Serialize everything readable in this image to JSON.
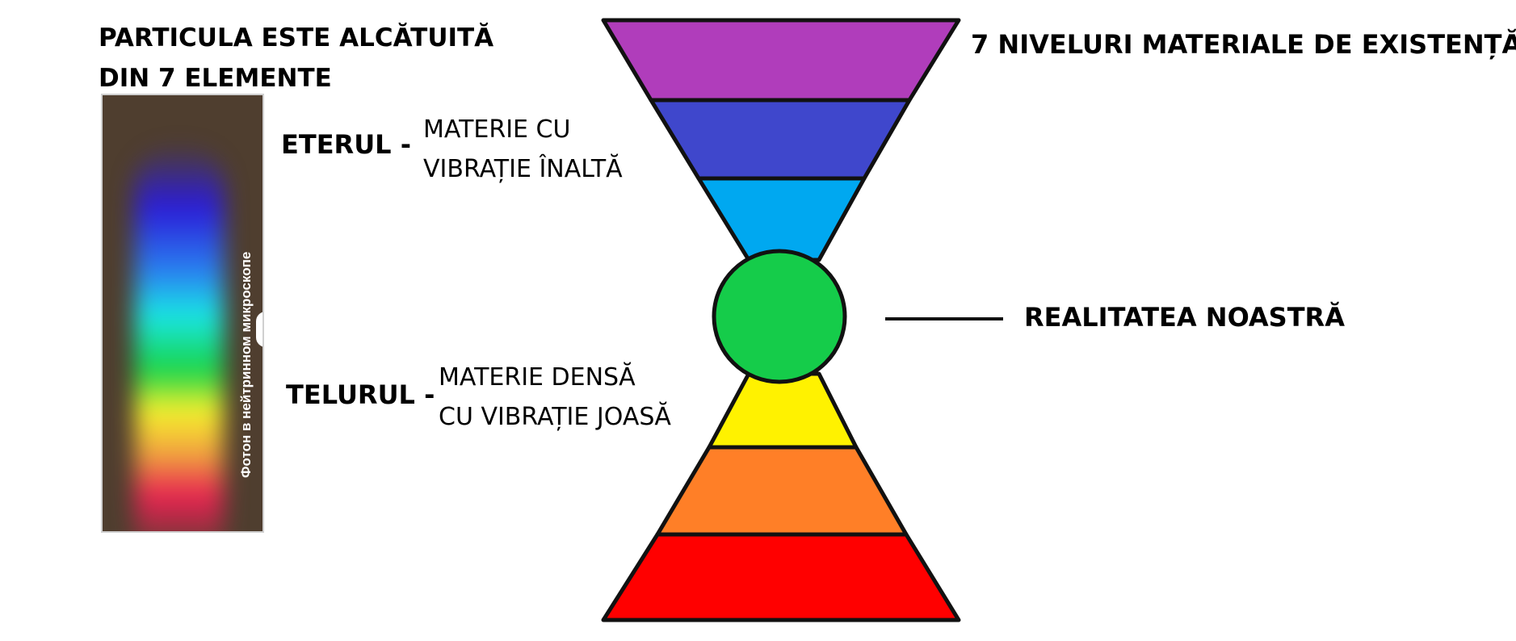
{
  "title_left": {
    "line1": "PARTICULA ESTE ALCĂTUITĂ",
    "line2": "DIN 7 ELEMENTE"
  },
  "photo": {
    "caption": "Фотон в нейтринном микроскопе"
  },
  "eterul": {
    "label": "ETERUL -",
    "desc_line1": "MATERIE CU",
    "desc_line2": "VIBRAȚIE ÎNALTĂ"
  },
  "telurul": {
    "label": "TELURUL -",
    "desc_line1": "MATERIE DENSĂ",
    "desc_line2": "CU VIBRAȚIE JOASĂ"
  },
  "title_right": "7 NIVELURI MATERIALE DE EXISTENȚĂ",
  "reality": {
    "label": "REALITATEA NOASTRĂ"
  },
  "levels": [
    {
      "position": "top-1",
      "color": "#b03dbb"
    },
    {
      "position": "top-2",
      "color": "#3f47cc"
    },
    {
      "position": "top-3",
      "color": "#00a8f0"
    },
    {
      "position": "center",
      "color": "#15cc4a"
    },
    {
      "position": "bottom-3",
      "color": "#fff200"
    },
    {
      "position": "bottom-2",
      "color": "#ff7f27"
    },
    {
      "position": "bottom-1",
      "color": "#ff0000"
    }
  ]
}
